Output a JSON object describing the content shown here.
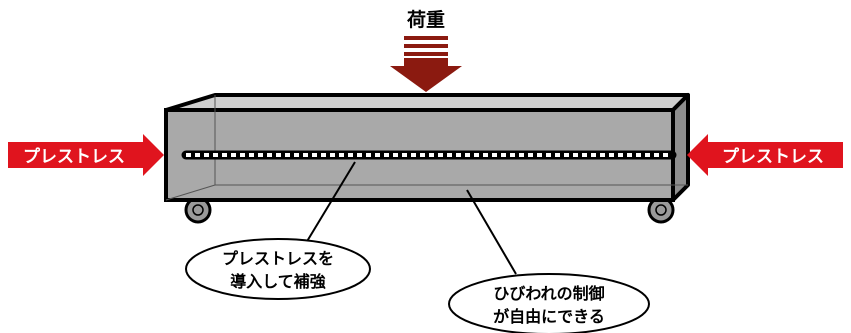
{
  "labels": {
    "load": "荷重",
    "prestress_left": "プレストレス",
    "prestress_right": "プレストレス",
    "callout_reinforce_line1": "プレストレスを",
    "callout_reinforce_line2": "導入して補強",
    "callout_crack_line1": "ひびわれの制御",
    "callout_crack_line2": "が自由にできる"
  },
  "colors": {
    "arrow_red": "#e0141e",
    "load_arrow": "#8b1a10",
    "beam_front": "#a9a9a9",
    "beam_top": "#cfcfcf",
    "beam_side": "#8e8e8e",
    "outline": "#000000",
    "label_white": "#ffffff"
  },
  "icons": {
    "load": "down-arrow-icon",
    "prestress": "horizontal-arrow-icon",
    "support": "roller-icon",
    "tendon": "dotted-tendon"
  }
}
